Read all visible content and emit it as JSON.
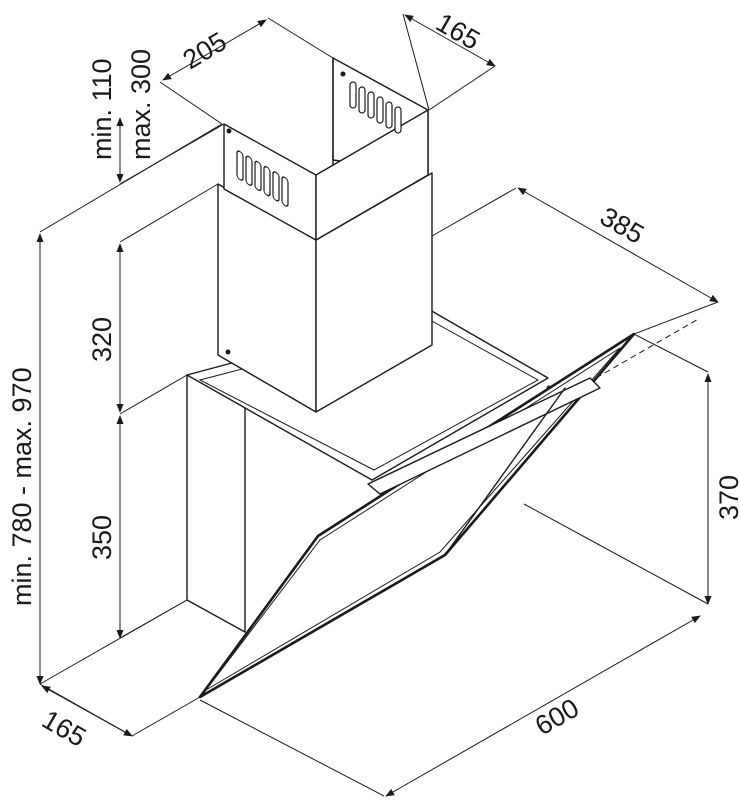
{
  "dimensions": {
    "chimney_width": "205",
    "chimney_depth": "165",
    "chimney_height_range": {
      "min": "min. 110",
      "max": "max. 300"
    },
    "upper_chimney": "320",
    "lower_body": "350",
    "total_height": "min. 780 - max. 970",
    "hood_depth": "385",
    "glass_height": "370",
    "bottom_depth": "165",
    "width": "600"
  }
}
